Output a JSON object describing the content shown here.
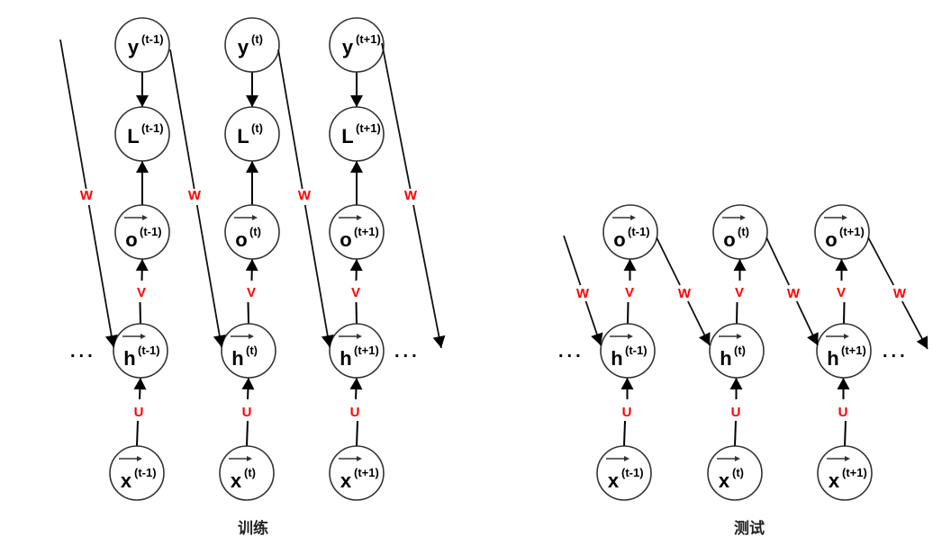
{
  "training": {
    "caption": "训练",
    "columns": [
      {
        "suffix": "(t-1)",
        "y": {
          "symbol": "y",
          "sup": "(t-1)"
        },
        "L": {
          "symbol": "L",
          "sup": "(t-1)"
        },
        "o": {
          "symbol": "o",
          "sup": "(t-1)"
        },
        "h": {
          "symbol": "h",
          "sup": "(t-1)"
        },
        "x": {
          "symbol": "x",
          "sup": "(t-1)"
        }
      },
      {
        "suffix": "(t)",
        "y": {
          "symbol": "y",
          "sup": "(t)"
        },
        "L": {
          "symbol": "L",
          "sup": "(t)"
        },
        "o": {
          "symbol": "o",
          "sup": "(t)"
        },
        "h": {
          "symbol": "h",
          "sup": "(t)"
        },
        "x": {
          "symbol": "x",
          "sup": "(t)"
        }
      },
      {
        "suffix": "(t+1)",
        "y": {
          "symbol": "y",
          "sup": "(t+1)"
        },
        "L": {
          "symbol": "L",
          "sup": "(t+1)"
        },
        "o": {
          "symbol": "o",
          "sup": "(t+1)"
        },
        "h": {
          "symbol": "h",
          "sup": "(t+1)"
        },
        "x": {
          "symbol": "x",
          "sup": "(t+1)"
        }
      }
    ],
    "params": {
      "W": "W",
      "V": "V",
      "U": "U"
    },
    "ellipsis": "..."
  },
  "testing": {
    "caption": "测试",
    "columns": [
      {
        "suffix": "(t-1)",
        "o": {
          "symbol": "o",
          "sup": "(t-1)"
        },
        "h": {
          "symbol": "h",
          "sup": "(t-1)"
        },
        "x": {
          "symbol": "x",
          "sup": "(t-1)"
        }
      },
      {
        "suffix": "(t)",
        "o": {
          "symbol": "o",
          "sup": "(t)"
        },
        "h": {
          "symbol": "h",
          "sup": "(t)"
        },
        "x": {
          "symbol": "x",
          "sup": "(t)"
        }
      },
      {
        "suffix": "(t+1)",
        "o": {
          "symbol": "o",
          "sup": "(t+1)"
        },
        "h": {
          "symbol": "h",
          "sup": "(t+1)"
        },
        "x": {
          "symbol": "x",
          "sup": "(t+1)"
        }
      }
    ],
    "params": {
      "W": "W",
      "V": "V",
      "U": "U"
    },
    "ellipsis": "..."
  },
  "colors": {
    "param_label": "#ff0000",
    "edge": "#000000",
    "node_stroke": "#333333"
  }
}
